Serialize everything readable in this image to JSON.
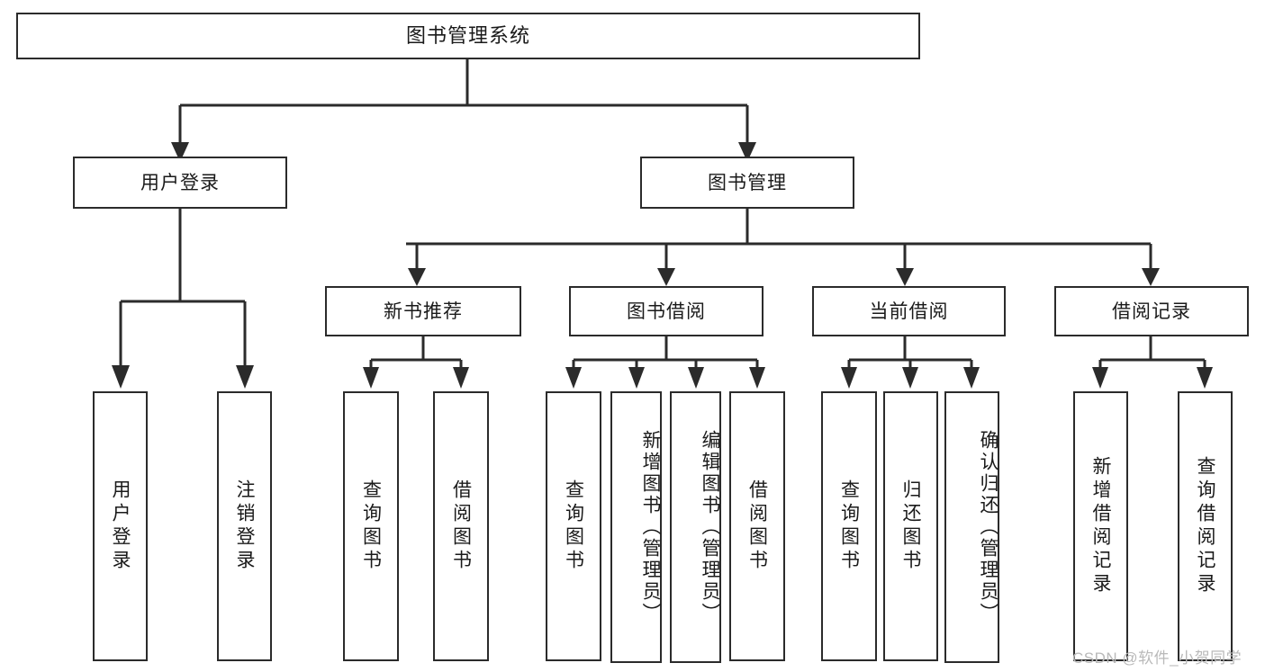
{
  "diagram": {
    "type": "tree-hierarchy",
    "title": "图书管理系统",
    "root": {
      "label": "图书管理系统",
      "children": [
        {
          "label": "用户登录",
          "children": [
            {
              "label": "用户登录"
            },
            {
              "label": "注销登录"
            }
          ]
        },
        {
          "label": "图书管理",
          "children": [
            {
              "label": "新书推荐",
              "children": [
                {
                  "label": "查询图书"
                },
                {
                  "label": "借阅图书"
                }
              ]
            },
            {
              "label": "图书借阅",
              "children": [
                {
                  "label": "查询图书"
                },
                {
                  "label": "新增图书（管理员）"
                },
                {
                  "label": "编辑图书（管理员）"
                },
                {
                  "label": "借阅图书"
                }
              ]
            },
            {
              "label": "当前借阅",
              "children": [
                {
                  "label": "查询图书"
                },
                {
                  "label": "归还图书"
                },
                {
                  "label": "确认归还（管理员）"
                }
              ]
            },
            {
              "label": "借阅记录",
              "children": [
                {
                  "label": "新增借阅记录"
                },
                {
                  "label": "查询借阅记录"
                }
              ]
            }
          ]
        }
      ]
    }
  },
  "nodes": {
    "root_title": "图书管理系统",
    "user_login": "用户登录",
    "book_manage": "图书管理",
    "new_book_rec": "新书推荐",
    "book_borrow": "图书借阅",
    "current_borrow": "当前借阅",
    "borrow_record": "借阅记录",
    "leaf_user_login": "用户登录",
    "leaf_logout": "注销登录",
    "leaf_query_book_1": "查询图书",
    "leaf_borrow_book_1": "借阅图书",
    "leaf_query_book_2": "查询图书",
    "leaf_add_book": "新增图书（管理员）",
    "leaf_edit_book": "编辑图书（管理员）",
    "leaf_borrow_book_2": "借阅图书",
    "leaf_query_book_3": "查询图书",
    "leaf_return_book": "归还图书",
    "leaf_confirm_return": "确认归还（管理员）",
    "leaf_add_record": "新增借阅记录",
    "leaf_query_record": "查询借阅记录"
  },
  "watermark": {
    "text": "CSDN @软件_小贺同学"
  },
  "colors": {
    "stroke": "#2b2b2b",
    "fill": "#ffffff",
    "text": "#1a1a1a",
    "watermark": "#b9b9b9"
  }
}
